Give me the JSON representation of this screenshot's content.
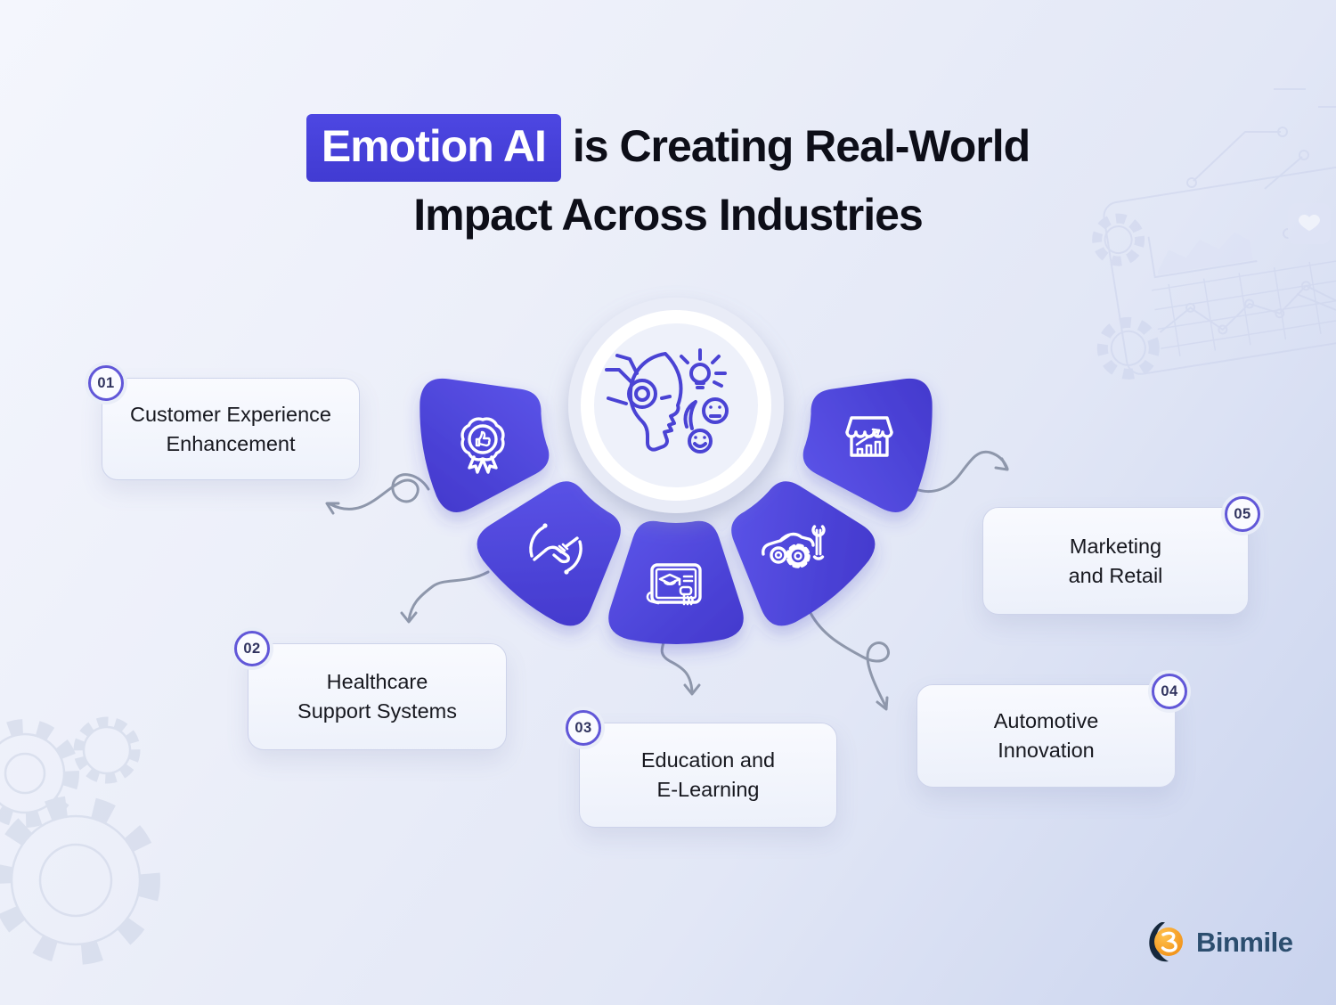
{
  "title": {
    "highlight": "Emotion AI",
    "line1_rest": "is Creating Real-World",
    "line2": "Impact Across Industries"
  },
  "center": {
    "icon": "emotion-ai-face-icon"
  },
  "items": [
    {
      "number": "01",
      "label_lines": [
        "Customer Experience",
        "Enhancement"
      ],
      "icon": "award-badge-icon"
    },
    {
      "number": "02",
      "label_lines": [
        "Healthcare",
        "Support Systems"
      ],
      "icon": "handshake-icon"
    },
    {
      "number": "03",
      "label_lines": [
        "Education and",
        "E-Learning"
      ],
      "icon": "elearning-tablet-icon"
    },
    {
      "number": "04",
      "label_lines": [
        "Automotive",
        "Innovation"
      ],
      "icon": "car-service-icon"
    },
    {
      "number": "05",
      "label_lines": [
        "Marketing",
        "and Retail"
      ],
      "icon": "storefront-growth-icon"
    }
  ],
  "branding": {
    "logo_text": "Binmile"
  },
  "colors": {
    "accent_indigo": "#4a42d6",
    "petal_gradient_start": "#5d56ea",
    "petal_gradient_end": "#4238cc",
    "title_highlight_bg": "#453fd8",
    "title_text": "#0d0e18",
    "card_text": "#17181f",
    "badge_border": "#6157d8",
    "arrow_gray": "#8e97ab",
    "logo_text_color": "#2c4e6f",
    "logo_orange": "#f49a1c"
  }
}
